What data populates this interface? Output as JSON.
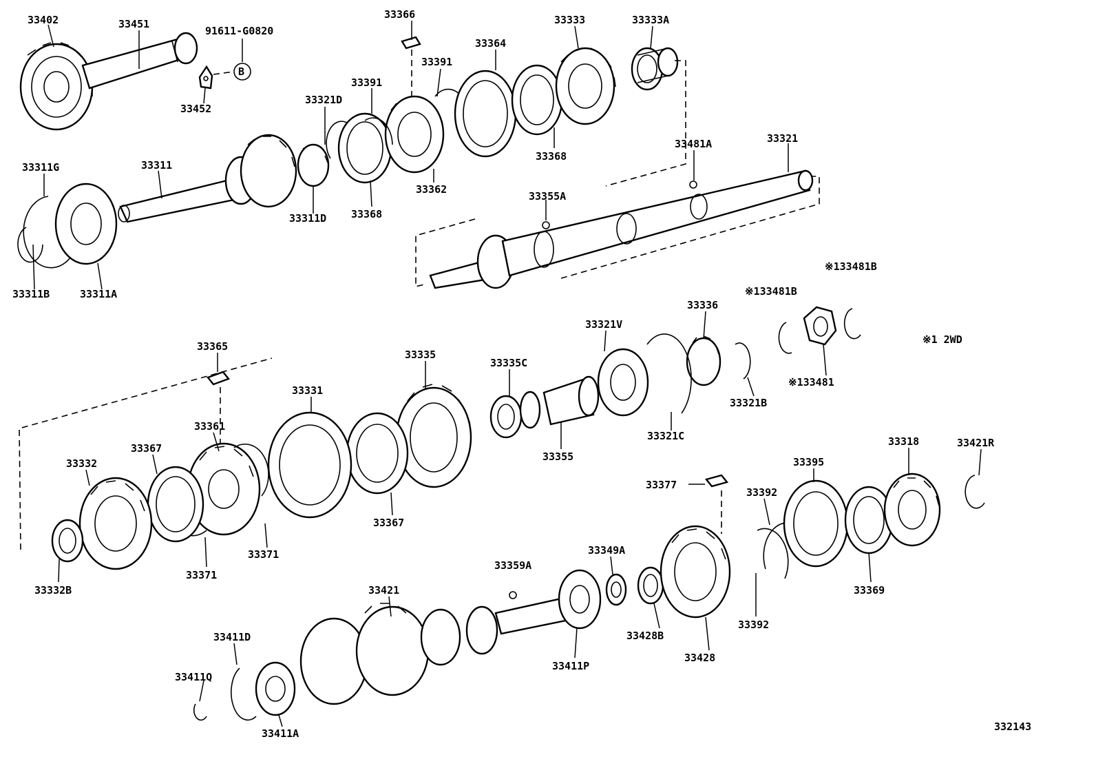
{
  "diagram": {
    "labels": {
      "p33402": "33402",
      "p33451": "33451",
      "p91611": "91611-G0820",
      "refB": "B",
      "p33452": "33452",
      "p33366": "33366",
      "p33364": "33364",
      "p33333": "33333",
      "p33333A": "33333A",
      "p33391a": "33391",
      "p33391b": "33391",
      "p33321D": "33321D",
      "p33368a": "33368",
      "p33368b": "33368",
      "p33362": "33362",
      "p33481A": "33481A",
      "p33321": "33321",
      "p33311G": "33311G",
      "p33311": "33311",
      "p33311D": "33311D",
      "p33355A": "33355A",
      "p33311B": "33311B",
      "p33311A": "33311A",
      "p133481Ba": "※133481B",
      "p133481Bb": "※133481B",
      "p33336": "33336",
      "p33321V": "33321V",
      "p33365": "33365",
      "p33335": "33335",
      "p33335C": "33335C",
      "note2wd": "※1 2WD",
      "p33321B": "33321B",
      "p133481": "※133481",
      "p33331": "33331",
      "p33361": "33361",
      "p33321C": "33321C",
      "p33367a": "33367",
      "p33332": "33332",
      "p33355": "33355",
      "p33318": "33318",
      "p33421R": "33421R",
      "p33395": "33395",
      "p33377": "33377",
      "p33392a": "33392",
      "p33367b": "33367",
      "p33371a": "33371",
      "p33371b": "33371",
      "p33332B": "33332B",
      "p33359A": "33359A",
      "p33349A": "33349A",
      "p33369": "33369",
      "p33421": "33421",
      "p33411D": "33411D",
      "p33428B": "33428B",
      "p33392b": "33392",
      "p33411P": "33411P",
      "p33428": "33428",
      "p33411Q": "33411Q",
      "p33411A": "33411A",
      "figureId": "332143"
    }
  }
}
